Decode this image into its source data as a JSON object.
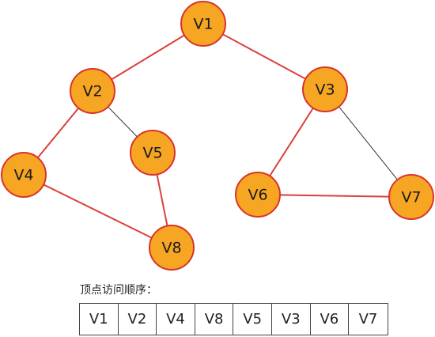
{
  "graph": {
    "node_fill": "#f6a623",
    "node_stroke": "#d9332b",
    "tree_edge_color": "#d9413a",
    "non_tree_edge_color": "#333333",
    "nodes": [
      {
        "id": "V1",
        "label": "V1"
      },
      {
        "id": "V2",
        "label": "V2"
      },
      {
        "id": "V3",
        "label": "V3"
      },
      {
        "id": "V4",
        "label": "V4"
      },
      {
        "id": "V5",
        "label": "V5"
      },
      {
        "id": "V6",
        "label": "V6"
      },
      {
        "id": "V7",
        "label": "V7"
      },
      {
        "id": "V8",
        "label": "V8"
      }
    ],
    "edges": [
      {
        "from": "V1",
        "to": "V2",
        "tree": true
      },
      {
        "from": "V1",
        "to": "V3",
        "tree": true
      },
      {
        "from": "V2",
        "to": "V4",
        "tree": true
      },
      {
        "from": "V2",
        "to": "V5",
        "tree": false
      },
      {
        "from": "V4",
        "to": "V8",
        "tree": true
      },
      {
        "from": "V8",
        "to": "V5",
        "tree": true
      },
      {
        "from": "V3",
        "to": "V6",
        "tree": true
      },
      {
        "from": "V3",
        "to": "V7",
        "tree": false
      },
      {
        "from": "V6",
        "to": "V7",
        "tree": true
      }
    ]
  },
  "order": {
    "title": "顶点访问顺序：",
    "sequence": [
      "V1",
      "V2",
      "V4",
      "V8",
      "V5",
      "V3",
      "V6",
      "V7"
    ]
  }
}
